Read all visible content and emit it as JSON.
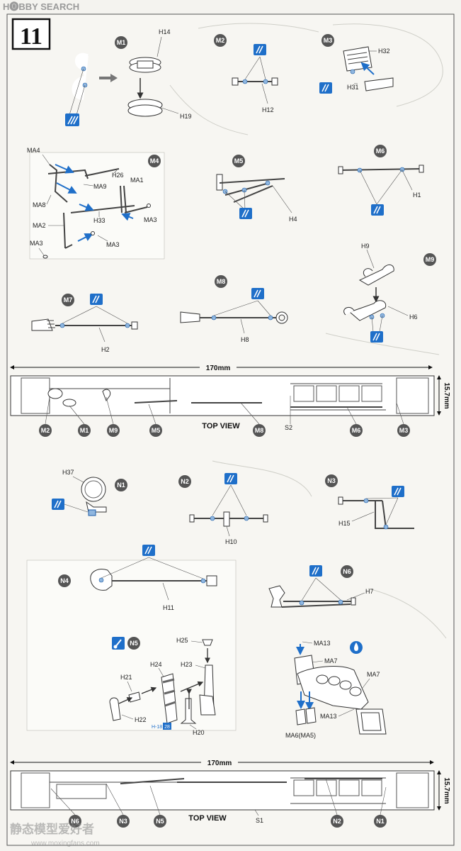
{
  "header": {
    "brand": "H🅞BBY SEARCH",
    "step_number": "11"
  },
  "watermark": {
    "text": "静态模型爱好者",
    "url": "www.moxingfans.com"
  },
  "colors": {
    "badge": "#555555",
    "glue_blue": "#1f6fc9",
    "line": "#333333"
  },
  "steps": {
    "m1": {
      "badge": "M1",
      "parts": [
        "H14",
        "H19"
      ]
    },
    "m2": {
      "badge": "M2",
      "parts": [
        "H12"
      ]
    },
    "m3": {
      "badge": "M3",
      "parts": [
        "H32",
        "H31"
      ]
    },
    "m4": {
      "badge": "M4",
      "parts": [
        "MA4",
        "H26",
        "MA1",
        "MA9",
        "MA8",
        "H33",
        "MA3",
        "MA2",
        "MA3",
        "MA3"
      ]
    },
    "m5": {
      "badge": "M5",
      "parts": [
        "H4"
      ]
    },
    "m6": {
      "badge": "M6",
      "parts": [
        "H1"
      ]
    },
    "m7": {
      "badge": "M7",
      "parts": [
        "H2"
      ]
    },
    "m8": {
      "badge": "M8",
      "parts": [
        "H8"
      ]
    },
    "m9": {
      "badge": "M9",
      "parts": [
        "H9",
        "H6"
      ]
    },
    "n1": {
      "badge": "N1",
      "parts": [
        "H37"
      ]
    },
    "n2": {
      "badge": "N2",
      "parts": [
        "H10"
      ]
    },
    "n3": {
      "badge": "N3",
      "parts": [
        "H15"
      ]
    },
    "n4": {
      "badge": "N4",
      "parts": [
        "H11"
      ]
    },
    "n5": {
      "badge": "N5",
      "parts": [
        "H25",
        "H24",
        "H23",
        "H21",
        "H22",
        "H20"
      ],
      "part_ref": "H-18",
      "part_ref_num": "28"
    },
    "n6": {
      "badge": "N6",
      "parts": [
        "H7"
      ]
    },
    "ma": {
      "parts": [
        "MA13",
        "MA7",
        "MA7",
        "MA13",
        "MA6(MA5)"
      ]
    }
  },
  "top_view_1": {
    "title": "TOP VIEW",
    "length": "170mm",
    "width": "15.7mm",
    "side_label": "S2",
    "badges": [
      "M2",
      "M1",
      "M9",
      "M5",
      "M8",
      "M6",
      "M3"
    ]
  },
  "top_view_2": {
    "title": "TOP VIEW",
    "length": "170mm",
    "width": "15.7mm",
    "side_label": "S1",
    "badges": [
      "N6",
      "N3",
      "N5",
      "N2",
      "N1"
    ]
  }
}
